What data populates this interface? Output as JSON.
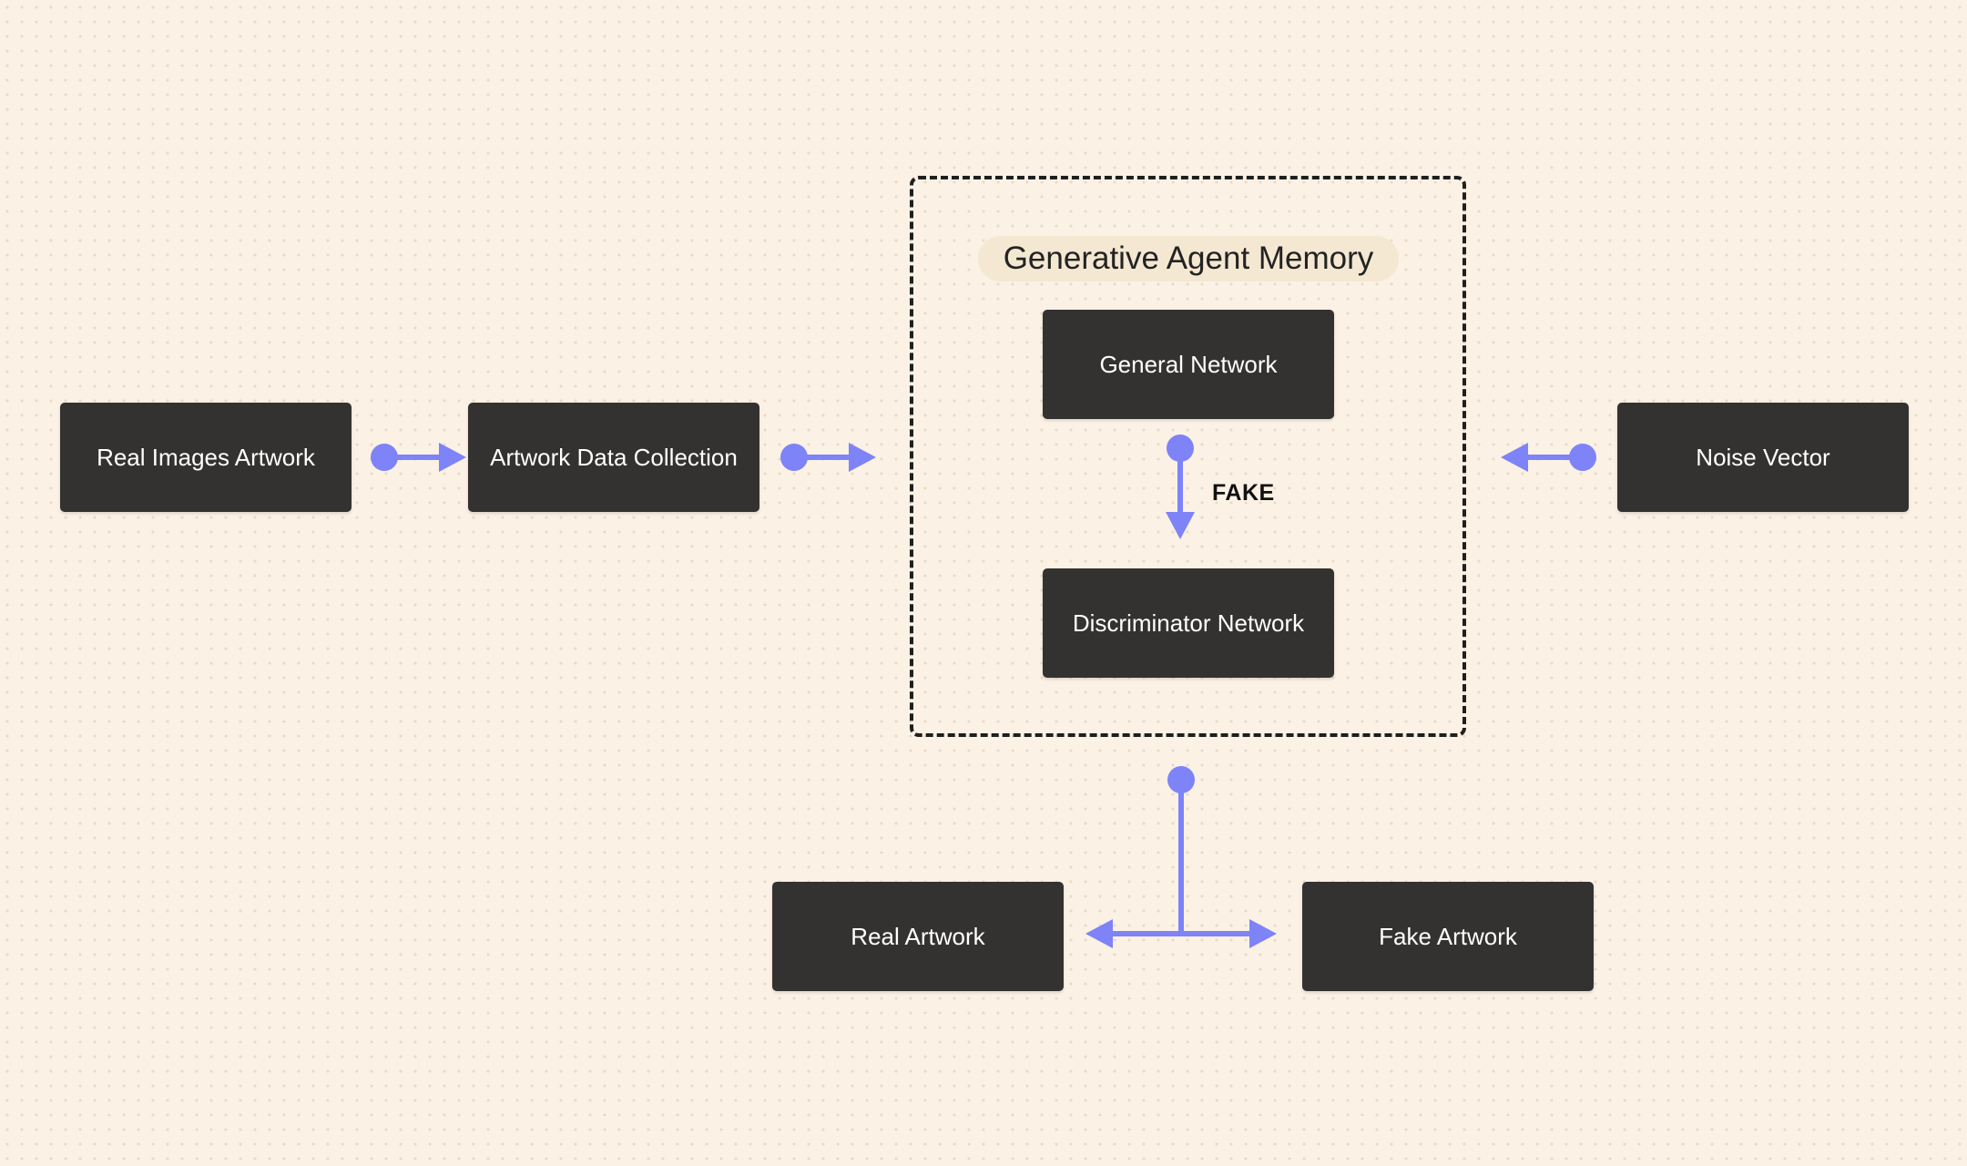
{
  "diagram": {
    "group": {
      "title": "Generative Agent Memory"
    },
    "nodes": {
      "real_images_artwork": "Real Images Artwork",
      "artwork_data_collection": "Artwork Data Collection",
      "general_network": "General Network",
      "discriminator_network": "Discriminator Network",
      "noise_vector": "Noise Vector",
      "real_artwork": "Real Artwork",
      "fake_artwork": "Fake Artwork"
    },
    "edges": [
      {
        "from": "Real Images Artwork",
        "to": "Artwork Data Collection",
        "label": ""
      },
      {
        "from": "Artwork Data Collection",
        "to": "Generative Agent Memory",
        "label": ""
      },
      {
        "from": "Noise Vector",
        "to": "Generative Agent Memory",
        "label": ""
      },
      {
        "from": "General Network",
        "to": "Discriminator Network",
        "label": "FAKE"
      },
      {
        "from": "Generative Agent Memory",
        "to": "Real Artwork",
        "label": ""
      },
      {
        "from": "Generative Agent Memory",
        "to": "Fake Artwork",
        "label": ""
      }
    ],
    "edge_label_fake": "FAKE",
    "colors": {
      "background": "#fbf1e4",
      "node_fill": "#333231",
      "node_text": "#ffffff",
      "edge": "#7e83f7",
      "group_border": "#1f1f1f",
      "group_title_bg": "#f4e8d2"
    }
  }
}
